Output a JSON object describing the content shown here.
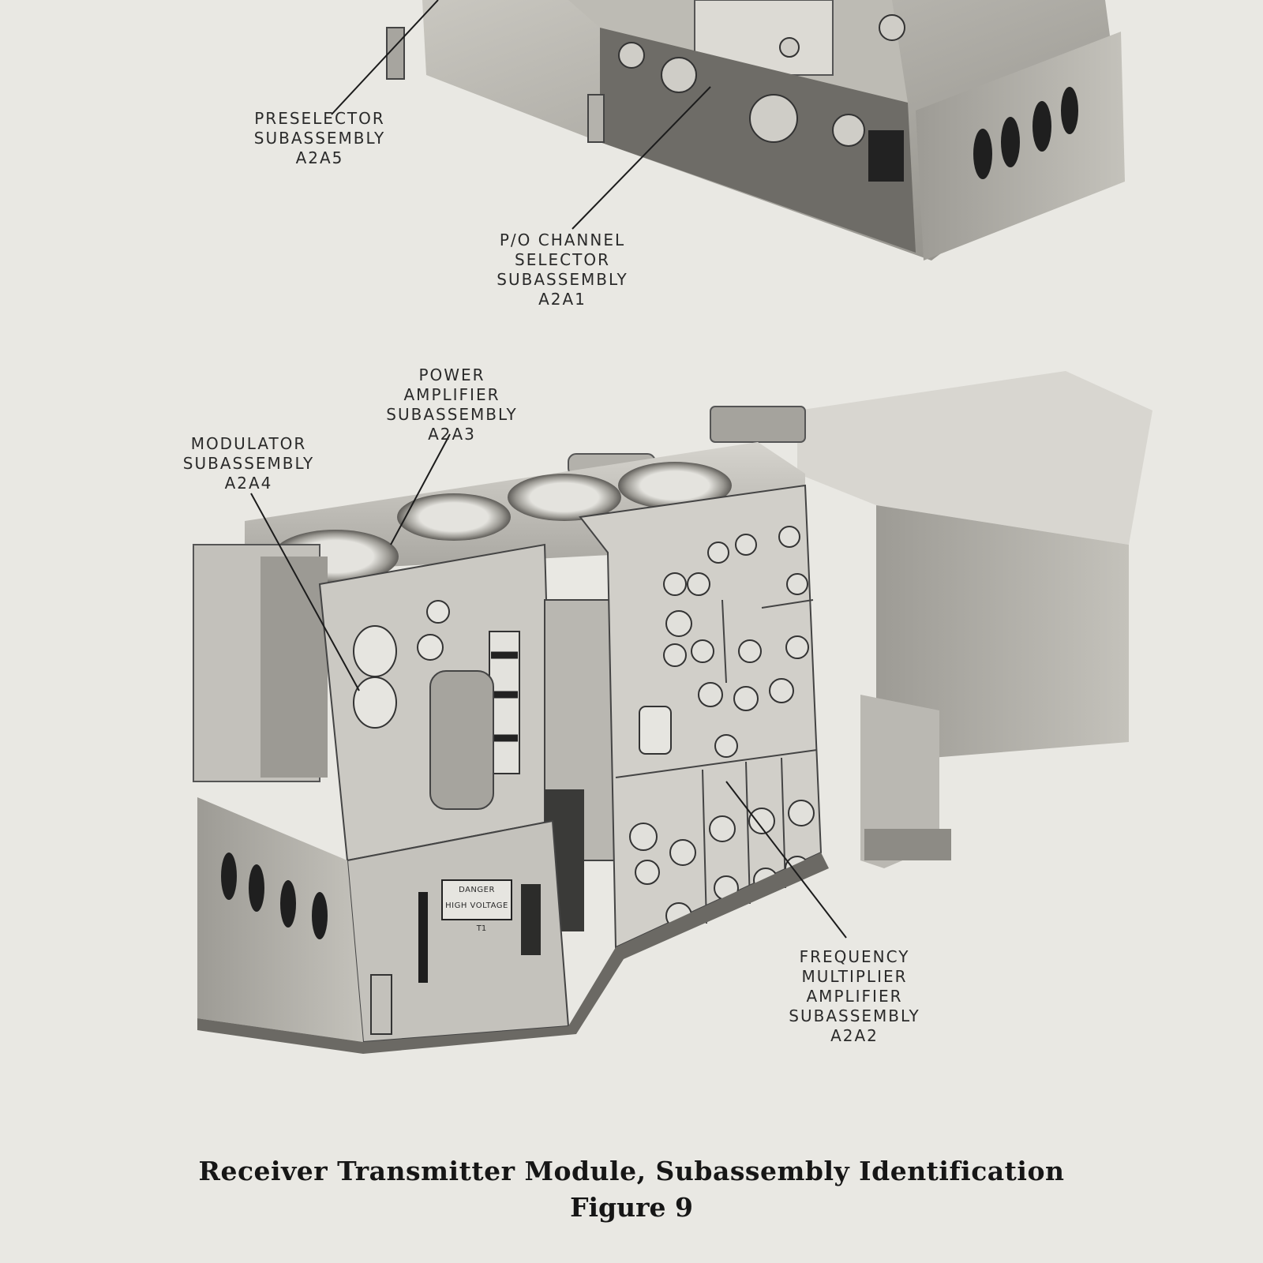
{
  "labels": {
    "preselector": [
      "PRESELECTOR",
      "SUBASSEMBLY",
      "A2A5"
    ],
    "channel_selector": [
      "P/O CHANNEL",
      "SELECTOR",
      "SUBASSEMBLY",
      "A2A1"
    ],
    "power_amplifier": [
      "POWER",
      "AMPLIFIER",
      "SUBASSEMBLY",
      "A2A3"
    ],
    "modulator": [
      "MODULATOR",
      "SUBASSEMBLY",
      "A2A4"
    ],
    "frequency_multiplier": [
      "FREQUENCY",
      "MULTIPLIER",
      "AMPLIFIER",
      "SUBASSEMBLY",
      "A2A2"
    ]
  },
  "panel_markings": {
    "warning": [
      "DANGER",
      "HIGH VOLTAGE"
    ],
    "transformer": "T1"
  },
  "caption": {
    "title": "Receiver Transmitter Module, Subassembly Identification",
    "figure": "Figure 9"
  }
}
